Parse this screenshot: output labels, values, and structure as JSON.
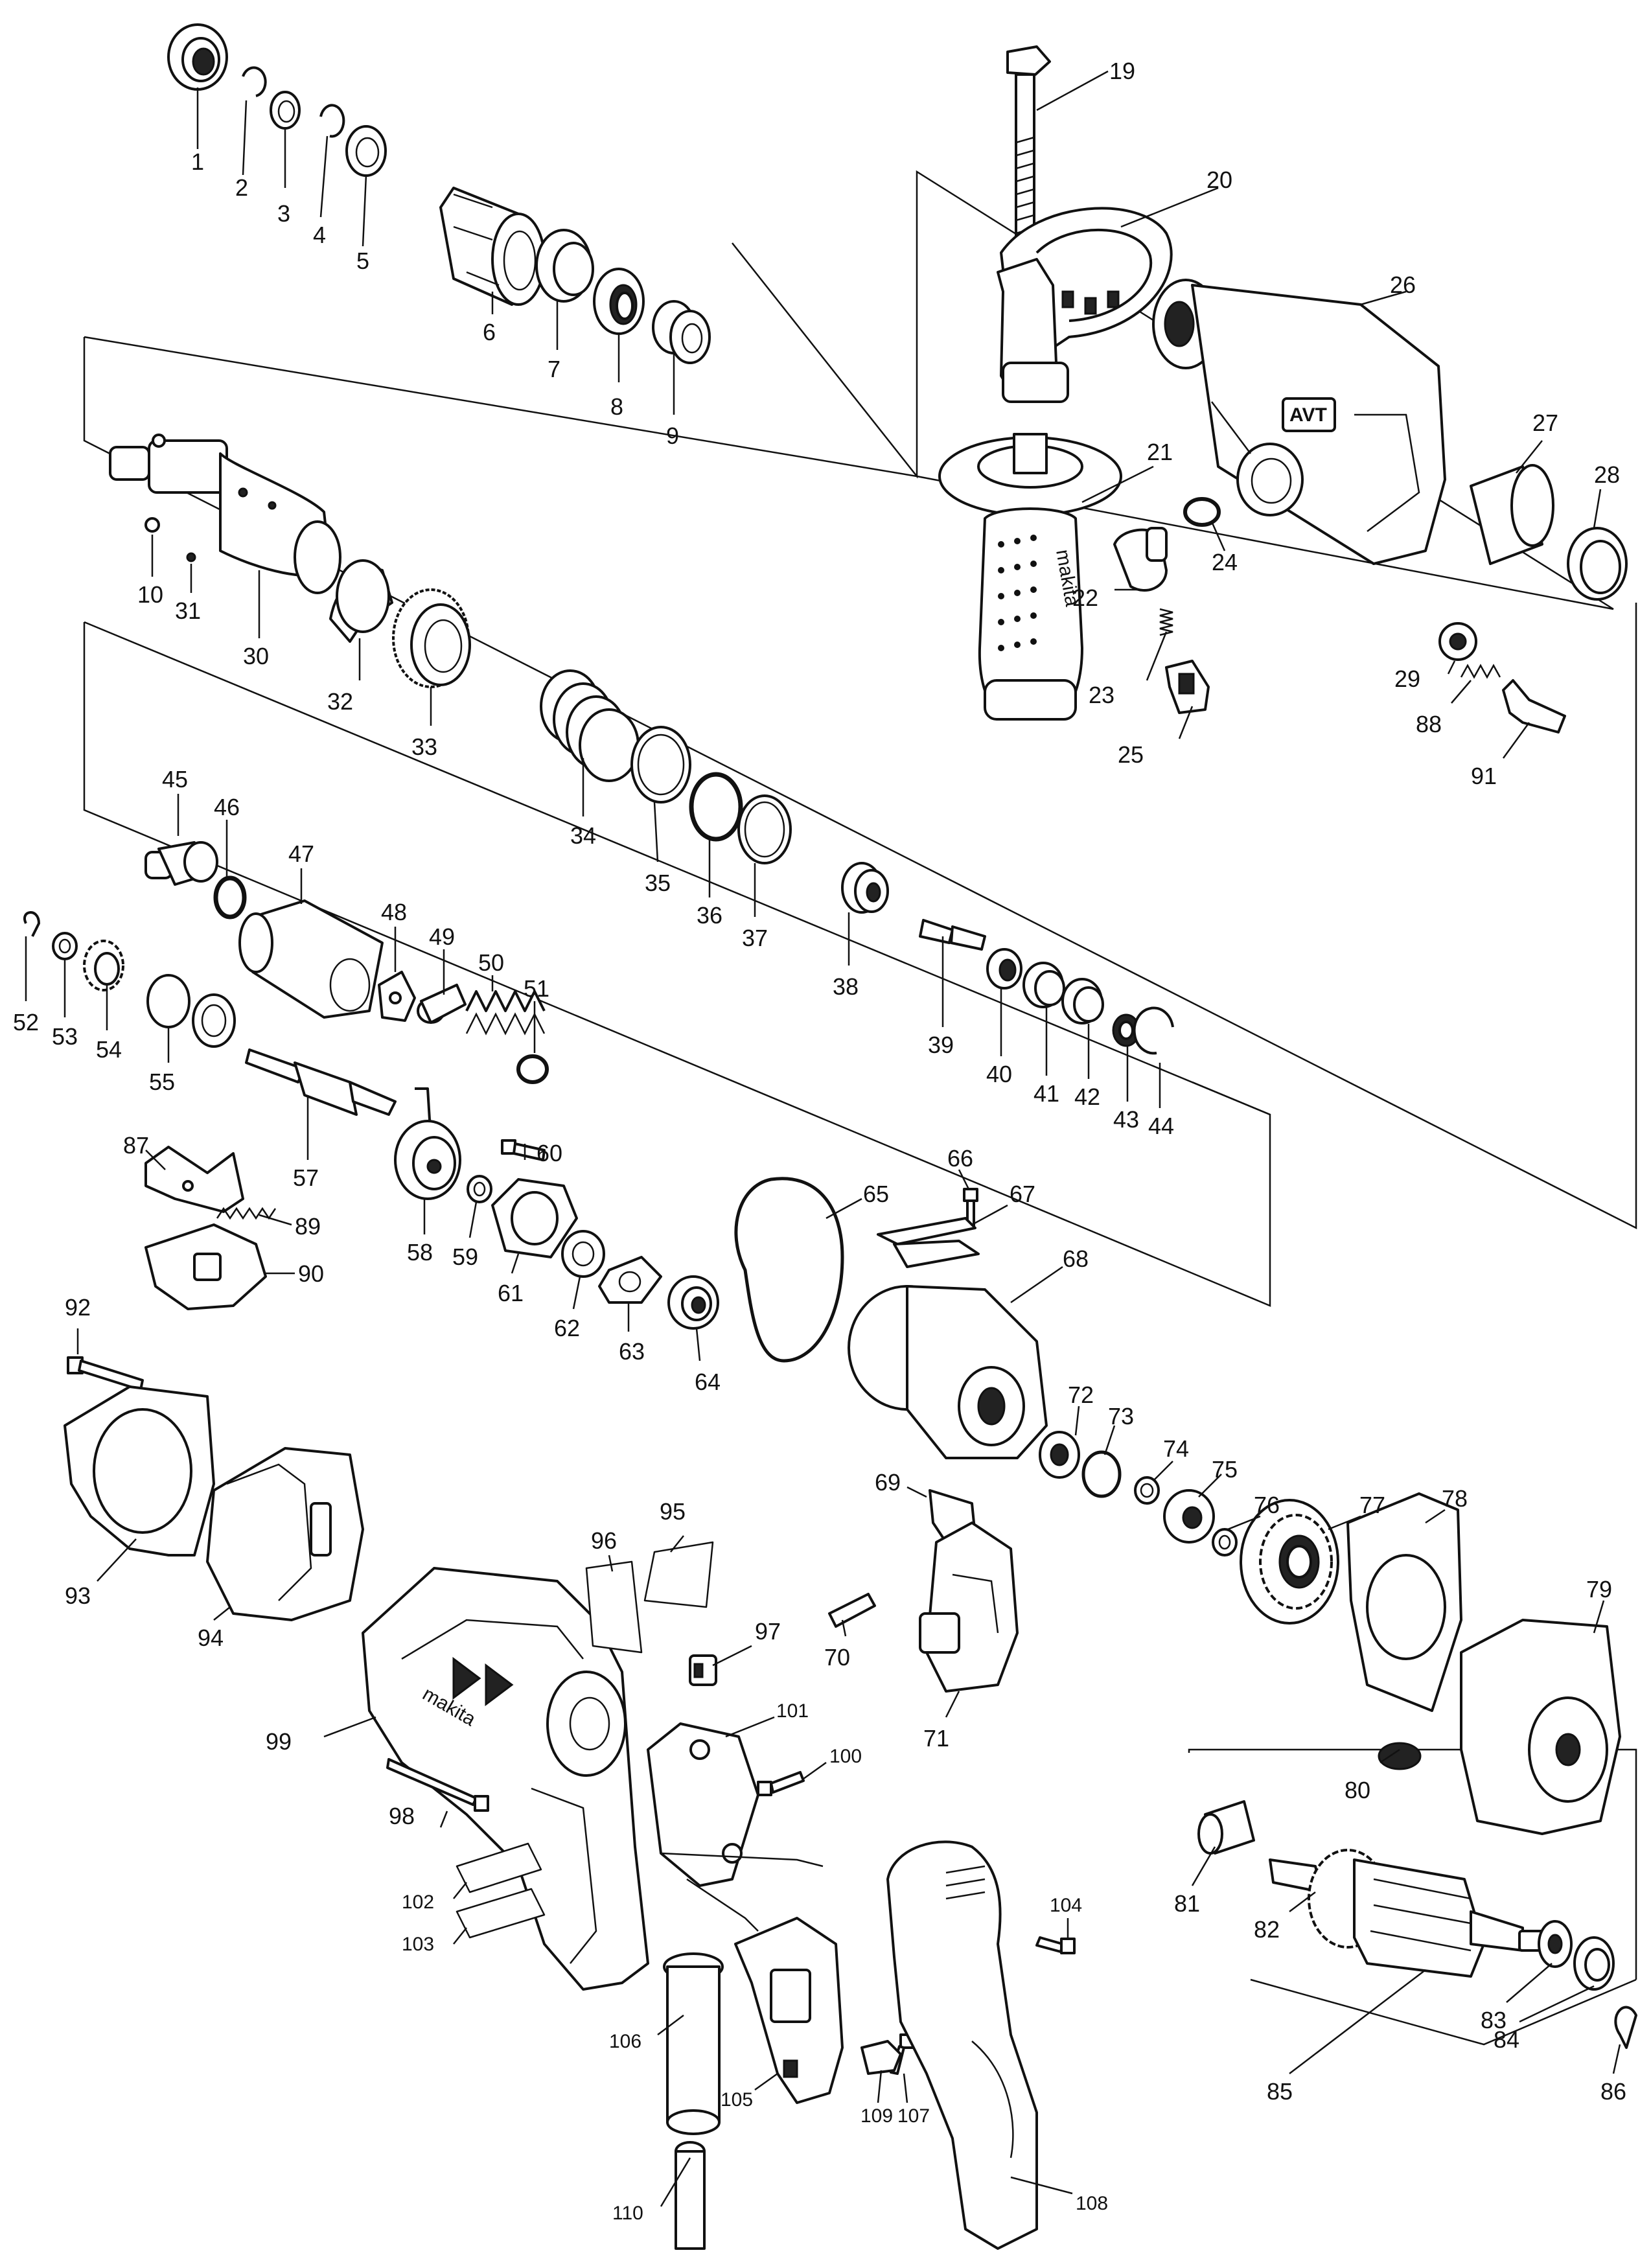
{
  "labels": {
    "1": "1",
    "2": "2",
    "3": "3",
    "4": "4",
    "5": "5",
    "6": "6",
    "7": "7",
    "8": "8",
    "9": "9",
    "10": "10",
    "19": "19",
    "20": "20",
    "21": "21",
    "22": "22",
    "23": "23",
    "24": "24",
    "25": "25",
    "26": "26",
    "27": "27",
    "28": "28",
    "29": "29",
    "30": "30",
    "31": "31",
    "32": "32",
    "33": "33",
    "34": "34",
    "35": "35",
    "36": "36",
    "37": "37",
    "38": "38",
    "39": "39",
    "40": "40",
    "41": "41",
    "42": "42",
    "43": "43",
    "44": "44",
    "45": "45",
    "46": "46",
    "47": "47",
    "48": "48",
    "49": "49",
    "50": "50",
    "51": "51",
    "52": "52",
    "53": "53",
    "54": "54",
    "55": "55",
    "57": "57",
    "58": "58",
    "59": "59",
    "60": "60",
    "61": "61",
    "62": "62",
    "63": "63",
    "64": "64",
    "65": "65",
    "66": "66",
    "67": "67",
    "68": "68",
    "69": "69",
    "70": "70",
    "71": "71",
    "72": "72",
    "73": "73",
    "74": "74",
    "75": "75",
    "76": "76",
    "77": "77",
    "78": "78",
    "79": "79",
    "80": "80",
    "81": "81",
    "82": "82",
    "83": "83",
    "84": "84",
    "85": "85",
    "86": "86",
    "87": "87",
    "88": "88",
    "89": "89",
    "90": "90",
    "91": "91",
    "92": "92",
    "93": "93",
    "94": "94",
    "95": "95",
    "96": "96",
    "97": "97",
    "98": "98",
    "99": "99",
    "100": "100",
    "101": "101",
    "102": "102",
    "103": "103",
    "104": "104",
    "105": "105",
    "106": "106",
    "107": "107",
    "108": "108",
    "109": "109",
    "110": "110"
  },
  "housing_text": {
    "avt_badge": "AVT",
    "brand_housing": "makita",
    "brand_grip": "makita"
  }
}
